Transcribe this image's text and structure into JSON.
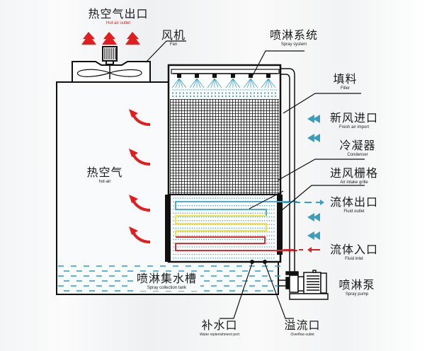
{
  "colors": {
    "hot_arrow": "#e21d1d",
    "water": "#3aa3c4",
    "fresh_air": "#3a9fbc",
    "coil_blue": "#4aaed0",
    "coil_yellow": "#f4e33a",
    "coil_red": "#e82a2a",
    "line": "#111111"
  },
  "labels": {
    "hot_air_outlet": {
      "cn": "热空气出口",
      "en": "Hot air outlet"
    },
    "fan": {
      "cn": "风机",
      "en": "Fan"
    },
    "spray_system": {
      "cn": "喷淋系统",
      "en": "Spray system"
    },
    "filler": {
      "cn": "填料",
      "en": "Filler"
    },
    "fresh_air_import": {
      "cn": "新风进口",
      "en": "Fresh air import"
    },
    "condenser": {
      "cn": "冷凝器",
      "en": "Condenser"
    },
    "air_intake_grille": {
      "cn": "进风栅格",
      "en": "Air intake grille"
    },
    "fluid_outlet": {
      "cn": "流体出口",
      "en": "Fluid outlet"
    },
    "fluid_inlet": {
      "cn": "流体入口",
      "en": "Fluid inlet"
    },
    "hot_air": {
      "cn": "热空气",
      "en": "hot-air"
    },
    "spray_collection_tank": {
      "cn": "喷淋集水槽",
      "en": "Spray collection tank"
    },
    "spray_pump": {
      "cn": "喷淋泵",
      "en": "Spray pump"
    },
    "water_replenishment_port": {
      "cn": "补水口",
      "en": "Water replenishment port"
    },
    "overflow_outlet": {
      "cn": "溢流口",
      "en": "Overflow outlet"
    }
  },
  "icons": {
    "up_arrow": "hot-air-up-arrow",
    "curved_arrow": "hot-air-curved-arrow",
    "fresh_air_arrow": "double-chevron-left-arrow",
    "nozzle": "spray-nozzle",
    "fan": "fan",
    "pump": "pump"
  }
}
